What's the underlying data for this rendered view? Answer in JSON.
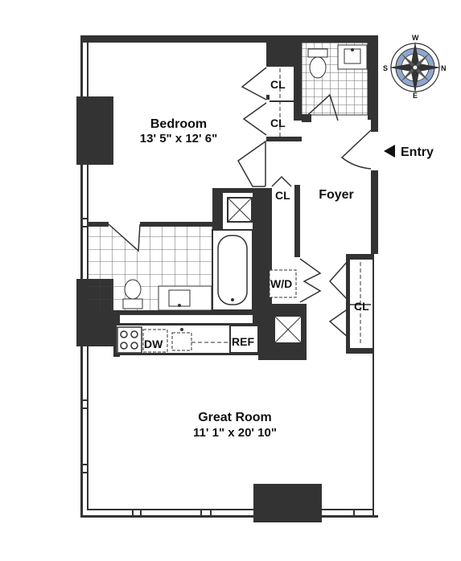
{
  "rooms": {
    "bedroom": {
      "name": "Bedroom",
      "dims": "13' 5\" x 12' 6\""
    },
    "great_room": {
      "name": "Great Room",
      "dims": "11' 1\" x 20' 10\""
    },
    "foyer": {
      "name": "Foyer"
    }
  },
  "labels": {
    "closet": "CL",
    "washer_dryer": "W/D",
    "dishwasher": "DW",
    "refrigerator": "REF",
    "entry": "Entry"
  },
  "compass": {
    "north": "N",
    "south": "S",
    "east": "E",
    "west": "W"
  },
  "colors": {
    "wall": "#333333",
    "tile_line": "#555555",
    "compass_blue": "#8fa7cc"
  }
}
